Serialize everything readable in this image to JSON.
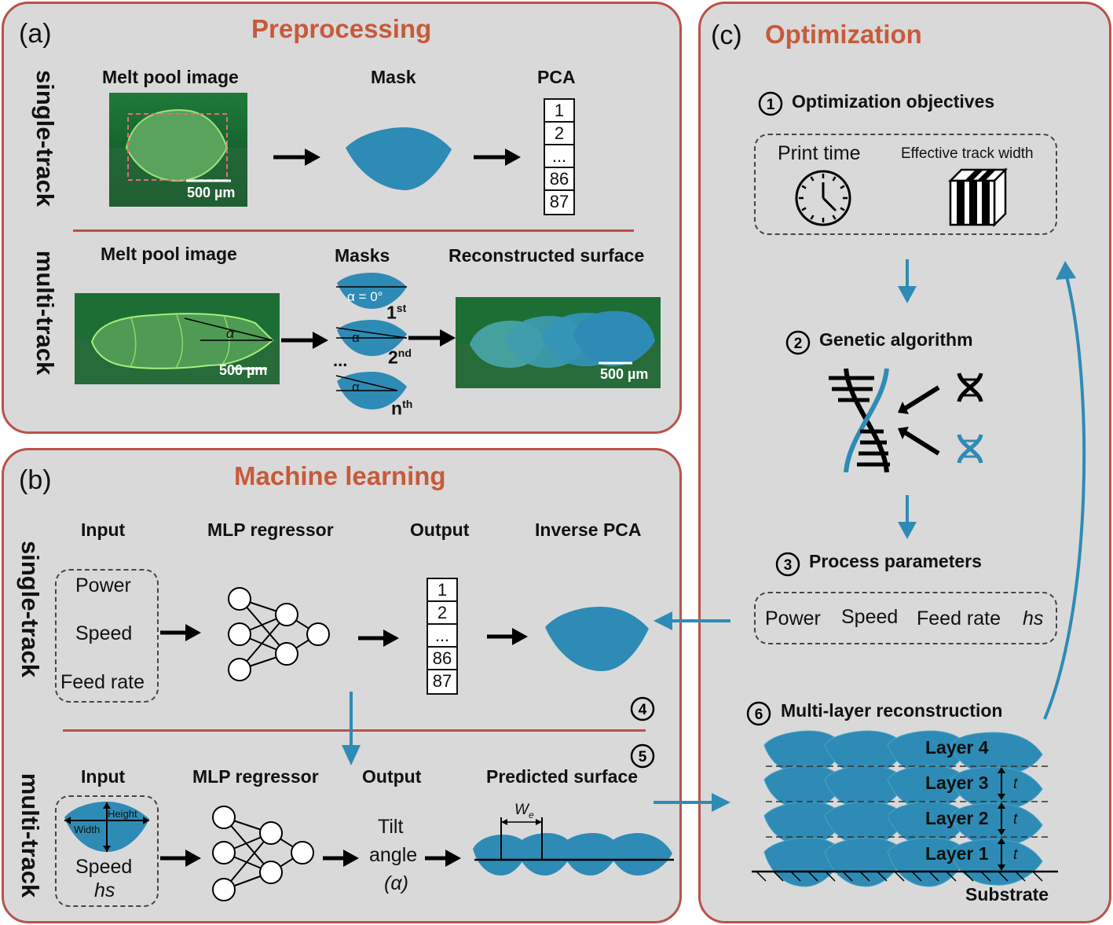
{
  "panel_a": {
    "label": "(a)",
    "title": "Preprocessing",
    "row1_label": "single-track",
    "row2_label": "multi-track",
    "melt_pool_image": "Melt pool image",
    "mask": "Mask",
    "pca": "PCA",
    "pca_values": [
      "1",
      "2",
      "...",
      "86",
      "87"
    ],
    "scale_bar": "500 µm",
    "melt_pool_image_2": "Melt pool image",
    "masks": "Masks",
    "reconstructed_surface": "Reconstructed surface",
    "alpha_eq": "α = 0°",
    "alpha": "α",
    "first": "1",
    "first_sup": "st",
    "second": "2",
    "second_sup": "nd",
    "nth": "n",
    "nth_sup": "th",
    "ellipsis": "..."
  },
  "panel_b": {
    "label": "(b)",
    "title": "Machine learning",
    "row1_label": "single-track",
    "row2_label": "multi-track",
    "input": "Input",
    "mlp": "MLP regressor",
    "output": "Output",
    "inverse_pca": "Inverse PCA",
    "inputs": [
      "Power",
      "Speed",
      "Feed rate"
    ],
    "pca_values": [
      "1",
      "2",
      "...",
      "86",
      "87"
    ],
    "circle4": "4",
    "circle5": "5",
    "input2": "Input",
    "mlp2": "MLP regressor",
    "output2": "Output",
    "predicted_surface": "Predicted surface",
    "height": "Height",
    "width": "Width",
    "speed": "Speed",
    "hs": "hs",
    "tilt1": "Tilt",
    "tilt2": "angle",
    "tilt3": "(α)",
    "we": "W",
    "we_sub": "e"
  },
  "panel_c": {
    "label": "(c)",
    "title": "Optimization",
    "step1_num": "1",
    "step1": "Optimization objectives",
    "print_time": "Print time",
    "track_width": "Effective track width",
    "step2_num": "2",
    "step2": "Genetic algorithm",
    "step3_num": "3",
    "step3": "Process parameters",
    "params": [
      "Power",
      "Speed",
      "Feed rate",
      "hs"
    ],
    "step6_num": "6",
    "step6": "Multi-layer reconstruction",
    "layers": [
      "Layer 4",
      "Layer 3",
      "Layer 2",
      "Layer 1"
    ],
    "t": "t",
    "substrate": "Substrate"
  },
  "colors": {
    "panel_border": "#b9524a",
    "title": "#c85a3a",
    "blue": "#2e8bb5",
    "panel_bg": "#d9d9d9"
  }
}
